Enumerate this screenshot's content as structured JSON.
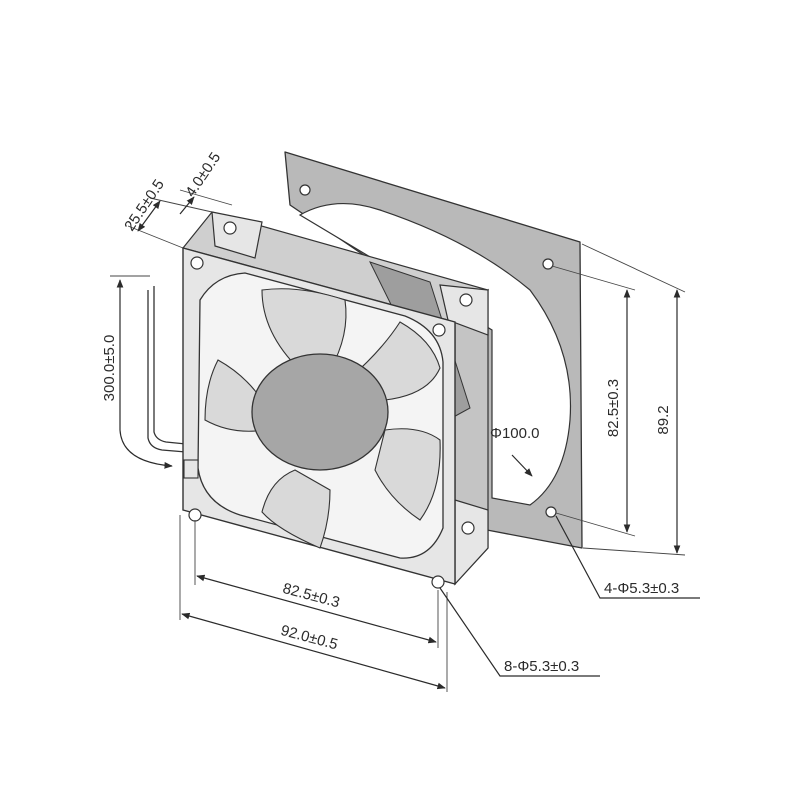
{
  "dimensions": {
    "depth": "25.5±0.5",
    "flange": "4.0±0.5",
    "lead_length": "300.0±5.0",
    "front_hole_spacing": "82.5±0.3",
    "front_width": "92.0±0.5",
    "front_holes": "8-Φ5.3±0.3",
    "guard_diameter": "Φ100.0",
    "guard_hole_spacing": "82.5±0.3",
    "guard_height": "89.2",
    "guard_holes": "4-Φ5.3±0.3"
  },
  "colors": {
    "frame": "#e6e6e6",
    "frame_shadow": "#bdbdbd",
    "guard": "#b9b9b9",
    "blade": "#d9d9d9",
    "hub": "#a6a6a6",
    "line": "#2b2b2b"
  }
}
